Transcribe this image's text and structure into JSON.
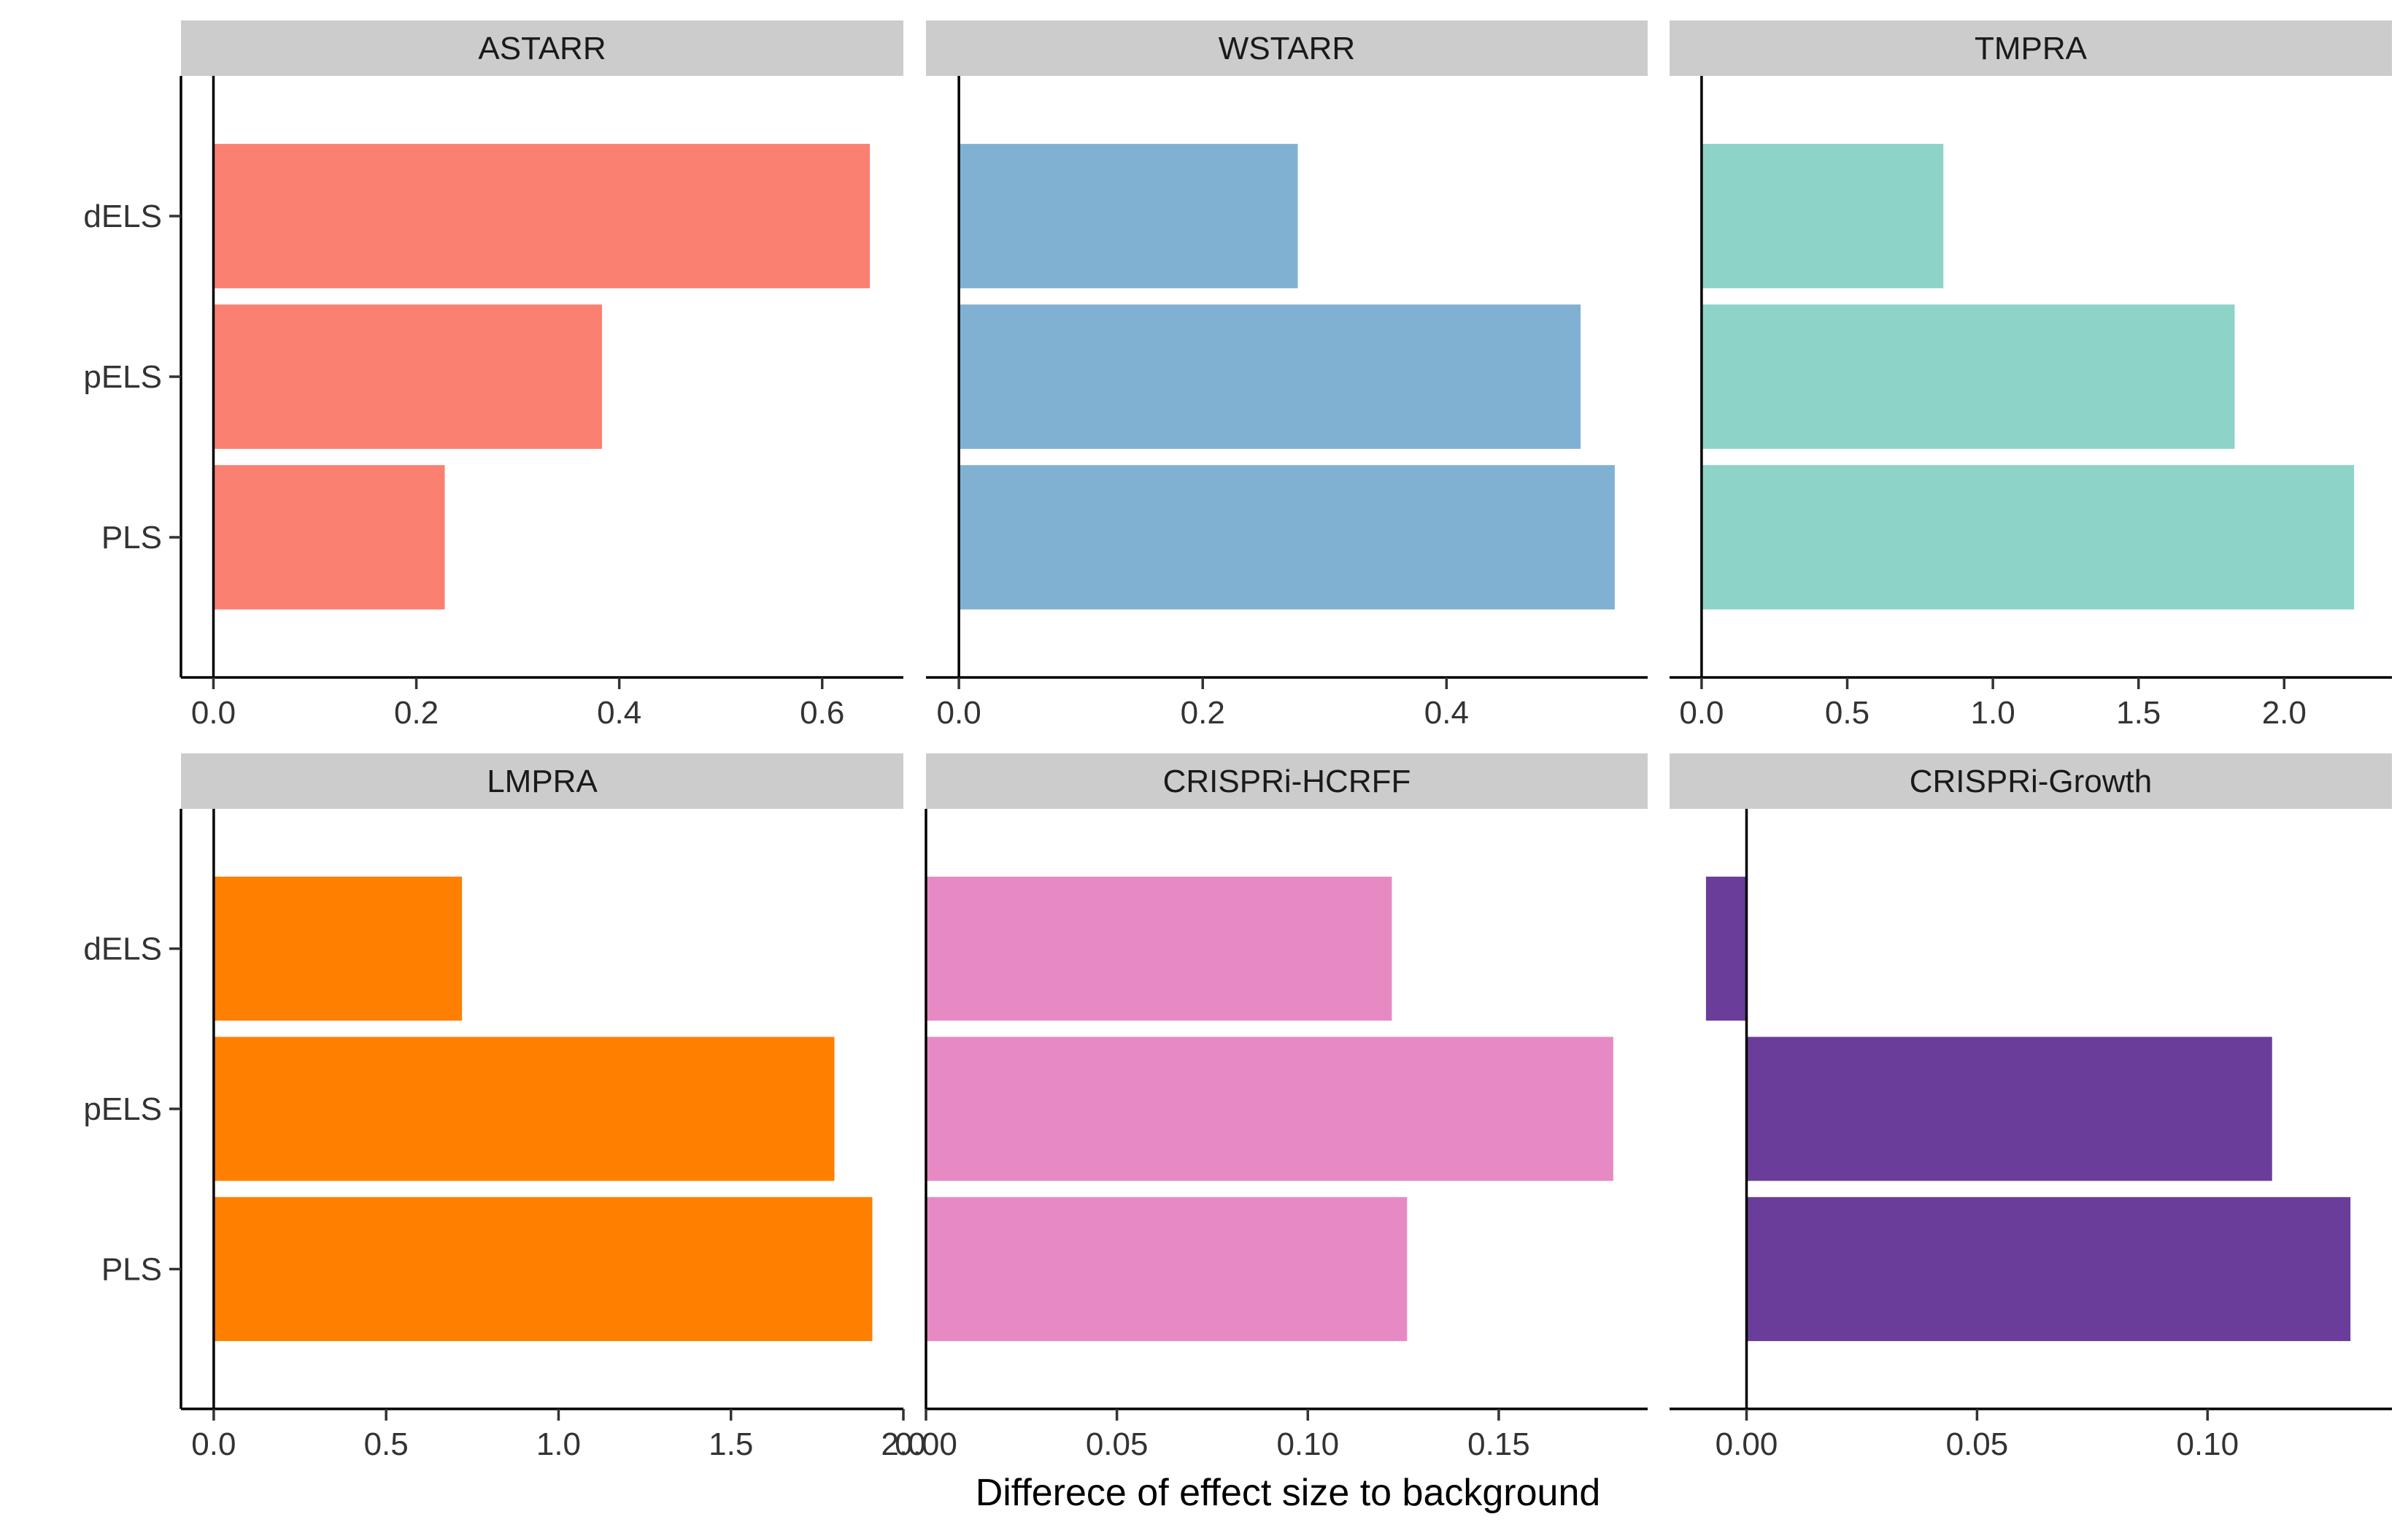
{
  "chart_data": {
    "type": "bar",
    "orientation": "horizontal",
    "layout": "facet-grid-2x3",
    "xlabel": "Differece of effect size to background",
    "ylabel": "",
    "categories": [
      "dELS",
      "pELS",
      "PLS"
    ],
    "grid": false,
    "panels": [
      {
        "title": "ASTARR",
        "color": "#FA8072",
        "xlim": [
          -0.032,
          0.68
        ],
        "xticks": [
          0.0,
          0.2,
          0.4,
          0.6
        ],
        "xtick_labels": [
          "0.0",
          "0.2",
          "0.4",
          "0.6"
        ],
        "values": [
          0.647,
          0.383,
          0.228
        ]
      },
      {
        "title": "WSTARR",
        "color": "#80B1D3",
        "xlim": [
          -0.027,
          0.565
        ],
        "xticks": [
          0.0,
          0.2,
          0.4
        ],
        "xtick_labels": [
          "0.0",
          "0.2",
          "0.4"
        ],
        "values": [
          0.278,
          0.51,
          0.538
        ]
      },
      {
        "title": "TMPRA",
        "color": "#8DD3C7",
        "xlim": [
          -0.11,
          2.37
        ],
        "xticks": [
          0.0,
          0.5,
          1.0,
          1.5,
          2.0
        ],
        "xtick_labels": [
          "0.0",
          "0.5",
          "1.0",
          "1.5",
          "2.0"
        ],
        "values": [
          0.83,
          1.83,
          2.24
        ]
      },
      {
        "title": "LMPRA",
        "color": "#FF7F00",
        "xlim": [
          -0.095,
          2.0
        ],
        "xticks": [
          0.0,
          0.5,
          1.0,
          1.5,
          2.0
        ],
        "xtick_labels": [
          "0.0",
          "0.5",
          "1.0",
          "1.5",
          "2.0"
        ],
        "values": [
          0.72,
          1.8,
          1.91
        ]
      },
      {
        "title": "CRISPRi-HCRFF",
        "color": "#E78AC3",
        "xlim": [
          0.0,
          0.189
        ],
        "xticks": [
          0.0,
          0.05,
          0.1,
          0.15
        ],
        "xtick_labels": [
          "0.00",
          "0.05",
          "0.10",
          "0.15"
        ],
        "values": [
          0.122,
          0.18,
          0.126
        ]
      },
      {
        "title": "CRISPRi-Growth",
        "color": "#6A3D9A",
        "xlim": [
          -0.0167,
          0.14
        ],
        "xticks": [
          0.0,
          0.05,
          0.1
        ],
        "xtick_labels": [
          "0.00",
          "0.05",
          "0.10"
        ],
        "values": [
          -0.0088,
          0.114,
          0.131
        ]
      }
    ]
  }
}
